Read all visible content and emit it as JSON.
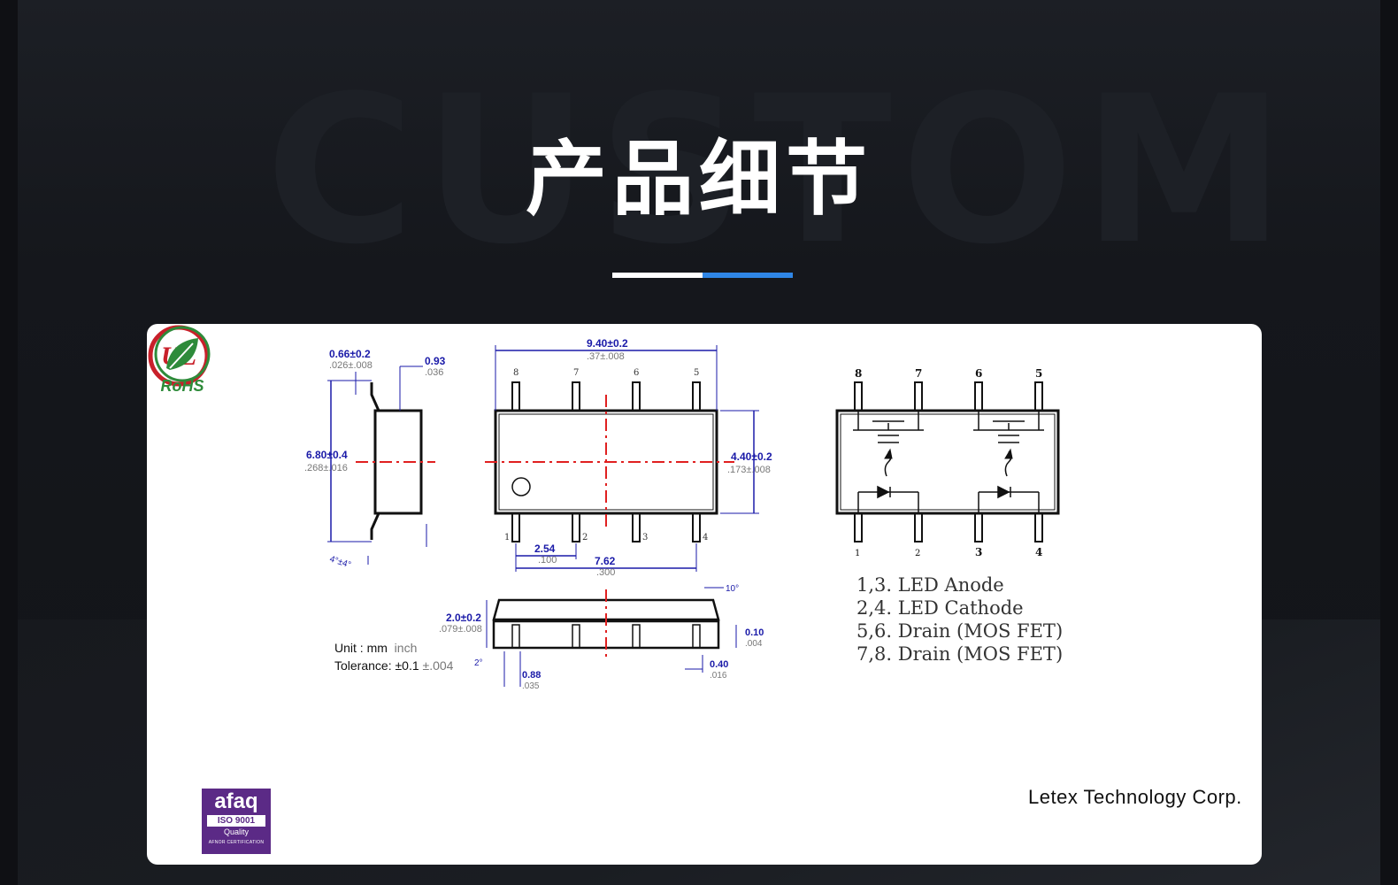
{
  "header": {
    "title": "产品细节",
    "watermark": "CUSTOM",
    "accent_colors": [
      "#ffffff",
      "#2f86e6"
    ]
  },
  "drawing": {
    "side_view": {
      "lead_width": "0.66±0.2",
      "lead_width_inch": ".026±.008",
      "lead_offset": "0.93",
      "lead_offset_inch": ".036",
      "overall_height": "6.80±0.4",
      "overall_height_inch": ".268±.016",
      "lead_angle": "4°±4°"
    },
    "top_view": {
      "length": "9.40±0.2",
      "length_inch": ".37±.008",
      "width": "4.40±0.2",
      "width_inch": ".173±.008",
      "pin_pitch": "2.54",
      "pin_pitch_inch": ".100",
      "row_span": "7.62",
      "row_span_inch": ".300",
      "top_pins": [
        "8",
        "7",
        "6",
        "5"
      ],
      "bottom_pins": [
        "1",
        "2",
        "3",
        "4"
      ]
    },
    "front_view": {
      "height": "2.0±0.2",
      "height_inch": ".079±.008",
      "draft_angle": "10°",
      "standoff": "0.10",
      "standoff_inch": ".004",
      "lead_thickness": "0.40",
      "lead_thickness_inch": ".016",
      "lead_foot": "0.88",
      "lead_foot_inch": ".035",
      "corner_angle": "2°"
    },
    "units": {
      "unit_label": "Unit : mm",
      "unit_alt": "inch",
      "tolerance_label": "Tolerance: ±0.1",
      "tolerance_alt": "±.004"
    }
  },
  "schematic": {
    "top_pins": [
      "8",
      "7",
      "6",
      "5"
    ],
    "bottom_pins": [
      "1",
      "2",
      "3",
      "4"
    ],
    "pin_functions": [
      "1,3. LED Anode",
      "2,4. LED Cathode",
      "5,6. Drain (MOS FET)",
      "7,8. Drain (MOS FET)"
    ]
  },
  "footer": {
    "company": "Letex Technology Corp.",
    "logos": {
      "afaq": {
        "name": "afaq",
        "line2": "ISO 9001",
        "line3": "Quality",
        "line4": "AFNOR CERTIFICATION"
      },
      "ul": {
        "name": "UL"
      },
      "rohs": {
        "name": "RoHS"
      }
    }
  },
  "colors": {
    "dimension_blue": "#1a1aa8",
    "centerline_red": "#e02020",
    "outline": "#111111"
  }
}
